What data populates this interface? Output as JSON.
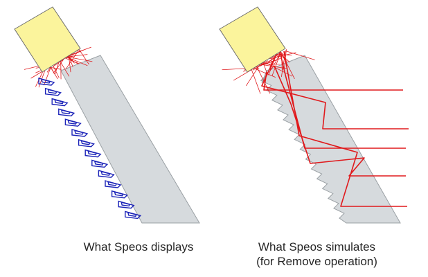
{
  "captions": {
    "left": "What Speos displays",
    "right_line1": "What Speos simulates",
    "right_line2": "(for Remove operation)"
  },
  "colors": {
    "source_fill": "#fbf49c",
    "source_stroke": "#6e6e6e",
    "guide_fill": "#d6dadd",
    "guide_stroke": "#9aa0a4",
    "ray": "#e0191c",
    "prism": "#1b23b8"
  },
  "icons": {
    "source": "light-source-cube",
    "guide": "light-guide-body",
    "prism": "optical-prism-element",
    "ray": "light-ray"
  }
}
